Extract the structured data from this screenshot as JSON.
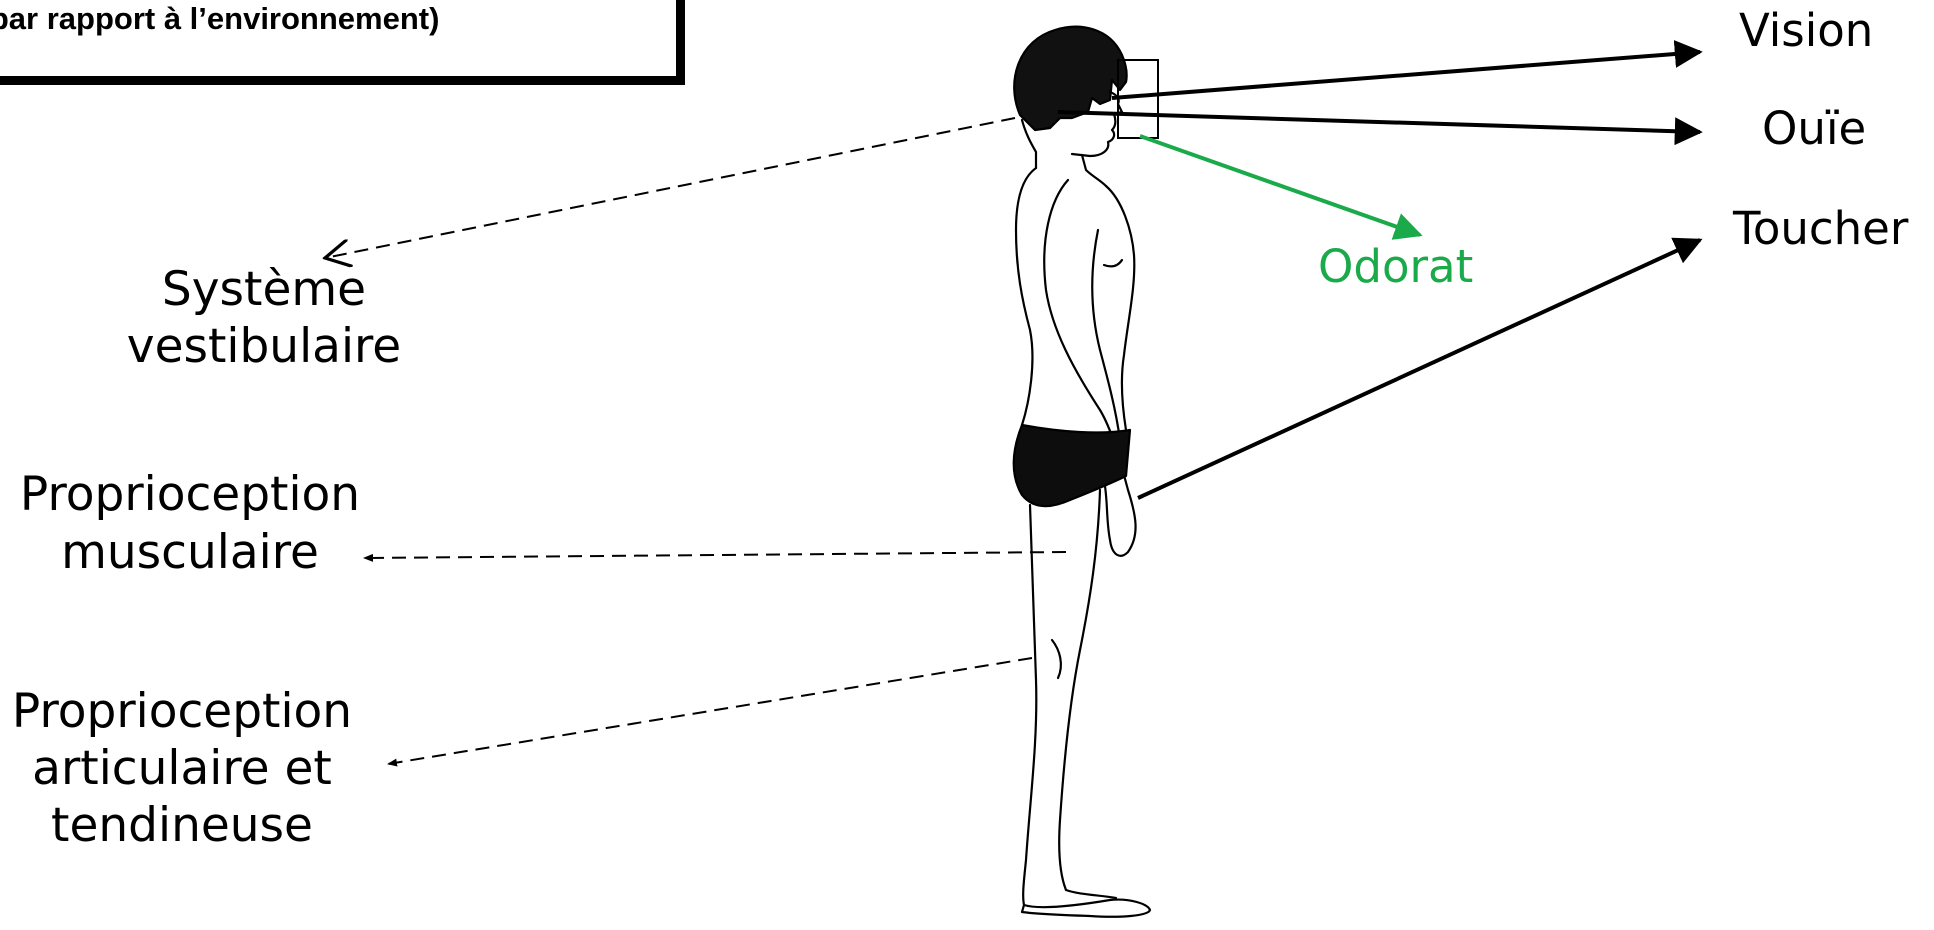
{
  "title": "s par rapport à l’environnement)",
  "colors": {
    "line": "#000000",
    "odorat": "#1aaa4a",
    "background": "#ffffff"
  },
  "labels": {
    "vision": "Vision",
    "ouie": "Ouïe",
    "toucher": "Toucher",
    "odorat": "Odorat",
    "vestibulaire_1": "Système",
    "vestibulaire_2": "vestibulaire",
    "musc_1": "Proprioception",
    "musc_2": "musculaire",
    "artic_1": "Proprioception",
    "artic_2": "articulaire et",
    "artic_3": "tendineuse"
  },
  "figure": {
    "subject": "standing human body, side view",
    "icon": "human-figure-icon"
  }
}
